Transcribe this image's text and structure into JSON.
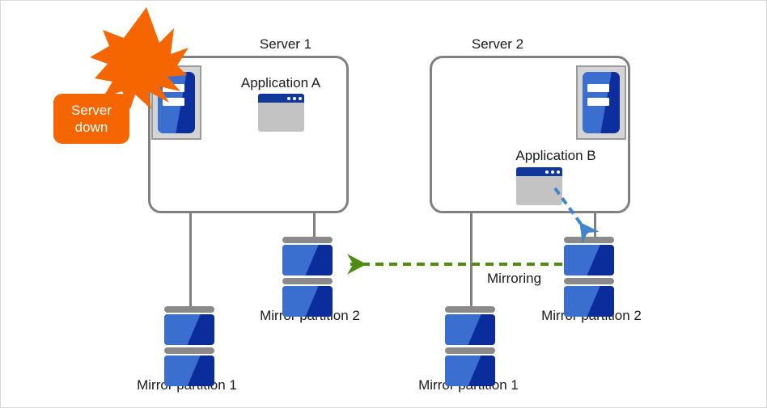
{
  "diagram": {
    "title_server1": "Server 1",
    "title_server2": "Server 2",
    "app_a_label": "Application A",
    "app_b_label": "Application B",
    "mirroring_label": "Mirroring",
    "server_down_line1": "Server",
    "server_down_line2": "down",
    "s1_partition2_label": "Mirror partition 2",
    "s1_partition1_label": "Mirror partition 1",
    "s2_partition1_label": "Mirror partition 1",
    "s2_partition2_label": "Mirror partition 2",
    "icons": {
      "server1_icon": "server-machine-icon",
      "server2_icon": "server-machine-icon",
      "app_a_icon": "application-window-icon",
      "app_b_icon": "application-window-icon",
      "failure_icon": "lightning-burst-icon",
      "disk_icon": "disk-partition-icon",
      "mirroring_arrow": "dashed-arrow-left-icon",
      "failover_arrow": "dashed-arrow-down-right-icon"
    },
    "colors": {
      "alert_orange": "#f56500",
      "server_blue_dark": "#0b2d9c",
      "server_blue_light": "#3a6fd0",
      "frame_gray": "#808080",
      "panel_gray": "#d4d4d4",
      "mirroring_green": "#4f8c14",
      "failover_blue": "#3f87c8",
      "window_titlebar": "#12379b",
      "window_body": "#c3c3c3",
      "page_border": "#d9d9d9"
    }
  }
}
